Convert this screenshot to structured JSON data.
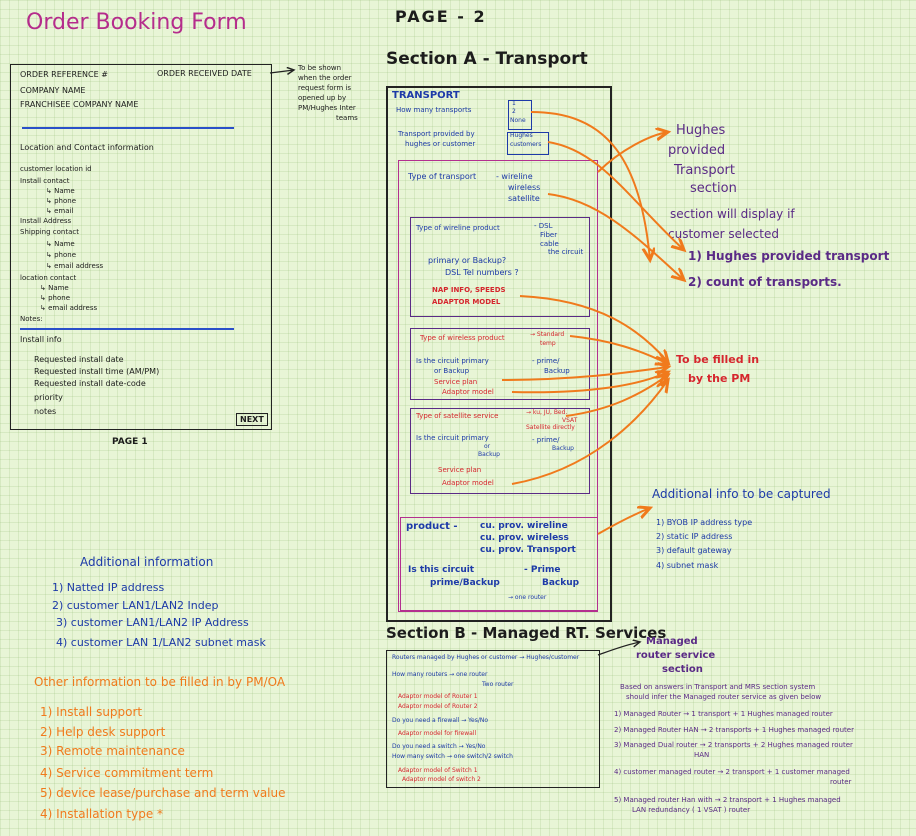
{
  "header": {
    "title": "Order Booking Form",
    "page2": "PAGE - 2",
    "sectionA": "Section A - Transport",
    "sectionB": "Section B - Managed RT. Services"
  },
  "page1": {
    "order_ref": "ORDER REFERENCE #",
    "order_date": "ORDER RECEIVED DATE",
    "company": "COMPANY NAME",
    "franchisee": "FRANCHISEE COMPANY NAME",
    "location_heading": "Location and Contact information",
    "items": [
      "customer location id",
      "Install contact",
      "↳ Name",
      "↳ phone",
      "↳ email",
      "Install Address",
      "Shipping contact",
      "↳ Name",
      "↳ phone",
      "↳ email address",
      "location contact",
      "↳ Name",
      "↳ phone",
      "↳ email address",
      "Notes:"
    ],
    "install_heading": "Install info",
    "install_items": [
      "Requested install date",
      "Requested install time (AM/PM)",
      "Requested install date-code",
      "priority",
      "notes"
    ],
    "next_button": "NEXT",
    "label": "PAGE 1",
    "annotation": [
      "To be shown",
      "when the order",
      "request form is",
      "opened up by",
      "PM/Hughes Inter",
      "teams"
    ]
  },
  "transport": {
    "title": "TRANSPORT",
    "how_many": "How many transports",
    "how_many_options": [
      "1",
      "2",
      "None"
    ],
    "provided_by": [
      "Transport provided by",
      "hughes or customer"
    ],
    "provided_options": [
      "Hughes",
      "customers"
    ],
    "type_label": "Type of transport",
    "type_options": [
      "- wireline",
      "wireless",
      "satellite"
    ],
    "wireline": {
      "label": "Type of wireline product",
      "options": [
        "- DSL",
        "Fiber",
        "cable",
        "the circuit"
      ],
      "primary_q": "primary or Backup?",
      "dsl_q": "DSL Tel numbers ?",
      "nap": "NAP INFO, SPEEDS",
      "adaptor": "ADAPTOR MODEL"
    },
    "wireless": {
      "label": "Type of wireless product",
      "options": [
        "→ Standard",
        "temp"
      ],
      "primary_q": [
        "Is the circuit primary",
        "or Backup"
      ],
      "primary_ans": [
        "- prime/",
        "Backup"
      ],
      "plan": "Service plan",
      "adaptor": "Adaptor model"
    },
    "satellite": {
      "label": "Type of satellite service",
      "options": [
        "→ ku, JU, Bed.",
        "VSAT",
        "Satellite directly"
      ],
      "primary_q": [
        "Is the circuit primary",
        "or",
        "Backup"
      ],
      "primary_ans": [
        "- prime/",
        "Backup"
      ],
      "plan": "Service plan",
      "adaptor": "Adaptor model"
    },
    "product": {
      "label": "product -",
      "lines": [
        "cu. prov. wireline",
        "cu. prov. wireless",
        "cu. prov. Transport"
      ],
      "circuit_q": [
        "Is this circuit",
        "prime/Backup"
      ],
      "circuit_ans": [
        "- Prime",
        "Backup"
      ],
      "router": "→ one router"
    }
  },
  "right_notes": {
    "hughes_transport": [
      "Hughes",
      "provided",
      "Transport",
      "section"
    ],
    "display_if": [
      "section will display if",
      "customer selected"
    ],
    "list": [
      "1) Hughes provided transport",
      "2) count of transports."
    ],
    "pm_fill": [
      "To be filled in",
      "by the PM"
    ],
    "additional_heading": "Additional info to be captured",
    "additional_items": [
      "1) BYOB IP address type",
      "2) static IP address",
      "3) default gateway",
      "4) subnet mask"
    ]
  },
  "managed": {
    "items": [
      "Routers managed by Hughes or customer → Hughes/customer",
      "How many routers → one router",
      "Two router",
      "Adaptor model of Router 1",
      "Adaptor model of Router 2",
      "Do you need a firewall → Yes/No",
      "Adaptor model for firewall",
      "Do you need a switch → Yes/No",
      "How many switch → one switch/2 switch",
      "Adaptor model of Switch 1",
      "Adaptor model of switch 2"
    ],
    "section_label": [
      "Managed",
      "router service",
      "section"
    ],
    "based_on": [
      "Based on answers in Transport and MRS section system",
      "should infer the Managed router service as given below"
    ],
    "rules": [
      [
        "1) Managed Router → 1 transport + 1 Hughes managed router"
      ],
      [
        "2) Managed Router HAN → 2 transports + 1 Hughes managed router"
      ],
      [
        "3) Managed Dual router → 2 transports + 2 Hughes managed router",
        "HAN"
      ],
      [
        "4) customer managed router → 2 transport + 1 customer managed",
        "router"
      ],
      [
        "5) Managed router Han with → 2 transport + 1 Hughes managed",
        "LAN redundancy          ( 1 VSAT )            router"
      ]
    ]
  },
  "additional_info": {
    "heading": "Additional information",
    "items": [
      "1) Natted IP address",
      "2) customer LAN1/LAN2 Indep",
      "3) customer LAN1/LAN2 IP Address",
      "4) customer LAN 1/LAN2 subnet mask"
    ]
  },
  "other_info": {
    "heading": "Other information to be filled in by PM/OA",
    "items": [
      "1) Install support",
      "2) Help desk support",
      "3) Remote maintenance",
      "4) Service commitment term",
      "5) device lease/purchase and term value",
      "4) Installation type *"
    ]
  },
  "colors": {
    "title": "#b52c8c",
    "blue": "#1d3aa8",
    "red": "#d6262e",
    "purple": "#5a2a86",
    "orange": "#f07a1c",
    "black": "#1c1c1c"
  }
}
